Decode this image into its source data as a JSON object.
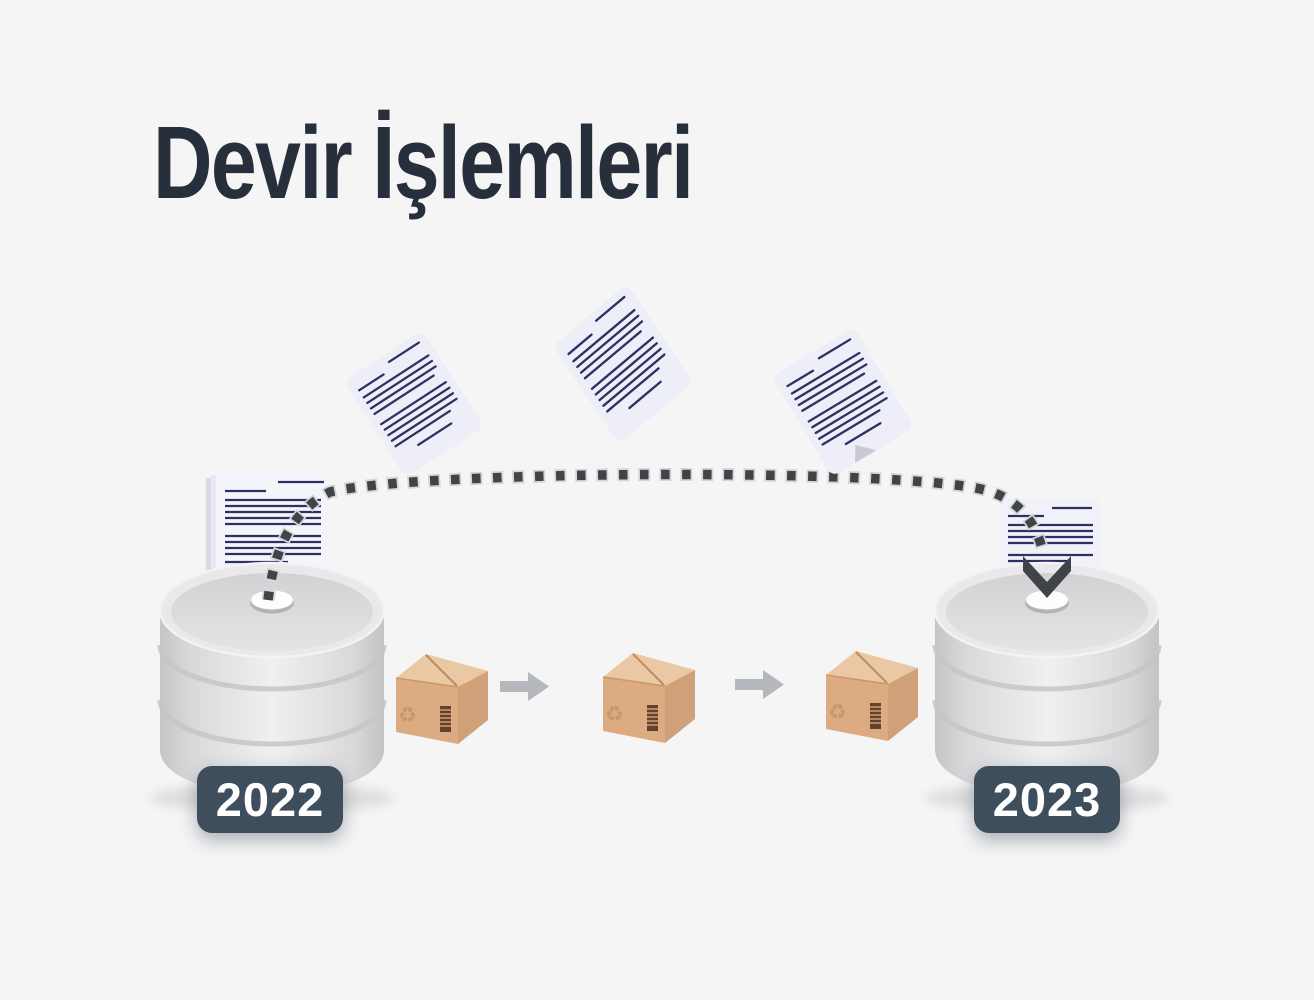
{
  "title": "Devir İşlemleri",
  "diagram": {
    "source_database": {
      "year_label": "2022",
      "icon": "database-icon"
    },
    "target_database": {
      "year_label": "2023",
      "icon": "database-icon"
    },
    "transfer_path": {
      "icon": "dotted-arc-arrow-icon",
      "style": "dashed",
      "direction": "2022 → 2023"
    },
    "flying_documents": {
      "count": 3,
      "icon": "document-icon"
    },
    "document_stack": {
      "icon": "document-stack-icon"
    },
    "incoming_document": {
      "icon": "document-icon"
    },
    "boxes": {
      "count": 3,
      "icon": "cardboard-box-icon",
      "markings": [
        "recycle-icon",
        "barcode"
      ]
    },
    "flow_arrows": {
      "count": 2,
      "icon": "arrow-right-icon"
    }
  },
  "icons": {
    "recycle_glyph": "♻"
  },
  "colors": {
    "background": "#f5f5f6",
    "title_text": "#262f3b",
    "year_badge_background": "#3e4e5c",
    "year_badge_text": "#ffffff",
    "dotted_path": "#3f4449",
    "database_gray": "#e2e2e4",
    "box_front": "#dcab81",
    "box_top": "#e9c8a3",
    "box_side": "#d0a078",
    "paper": "#eef0f8",
    "paper_lines": "#2c3164",
    "flow_arrow": "#b4b7bb"
  }
}
